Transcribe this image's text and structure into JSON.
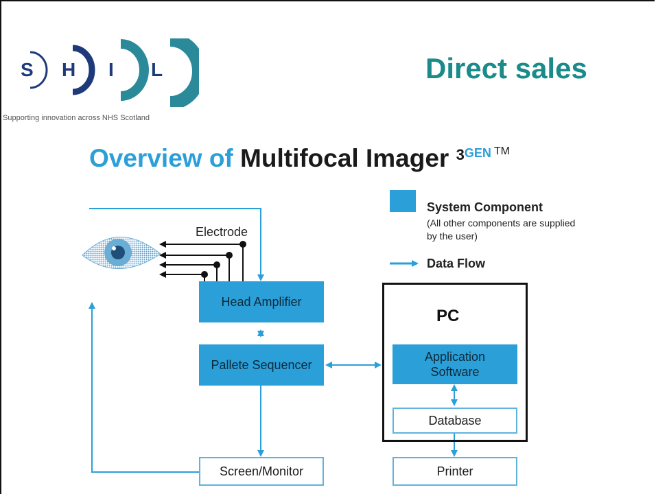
{
  "logo": {
    "letters": [
      "S",
      "H",
      "I",
      "L"
    ],
    "tagline": "Supporting innovation across NHS Scotland"
  },
  "slide_title": "Direct sales",
  "overview": {
    "part1": "Overview of",
    "part2": "Multifocal Imager",
    "number": "3",
    "gen": "GEN",
    "tm": "TM"
  },
  "legend": {
    "system_component": "System Component",
    "system_component_note": "(All other components are supplied by the user)",
    "data_flow": "Data Flow"
  },
  "diagram": {
    "electrode": "Electrode",
    "head_amplifier": "Head Amplifier",
    "pallete_sequencer": "Pallete Sequencer",
    "screen_monitor": "Screen/Monitor",
    "pc": "PC",
    "application_software": "Application Software",
    "database": "Database",
    "printer": "Printer"
  },
  "colors": {
    "system_blue": "#2b9fd8",
    "title_teal": "#1a8a8a",
    "logo_navy": "#1f3a7a",
    "logo_teal": "#2a8a9a"
  }
}
